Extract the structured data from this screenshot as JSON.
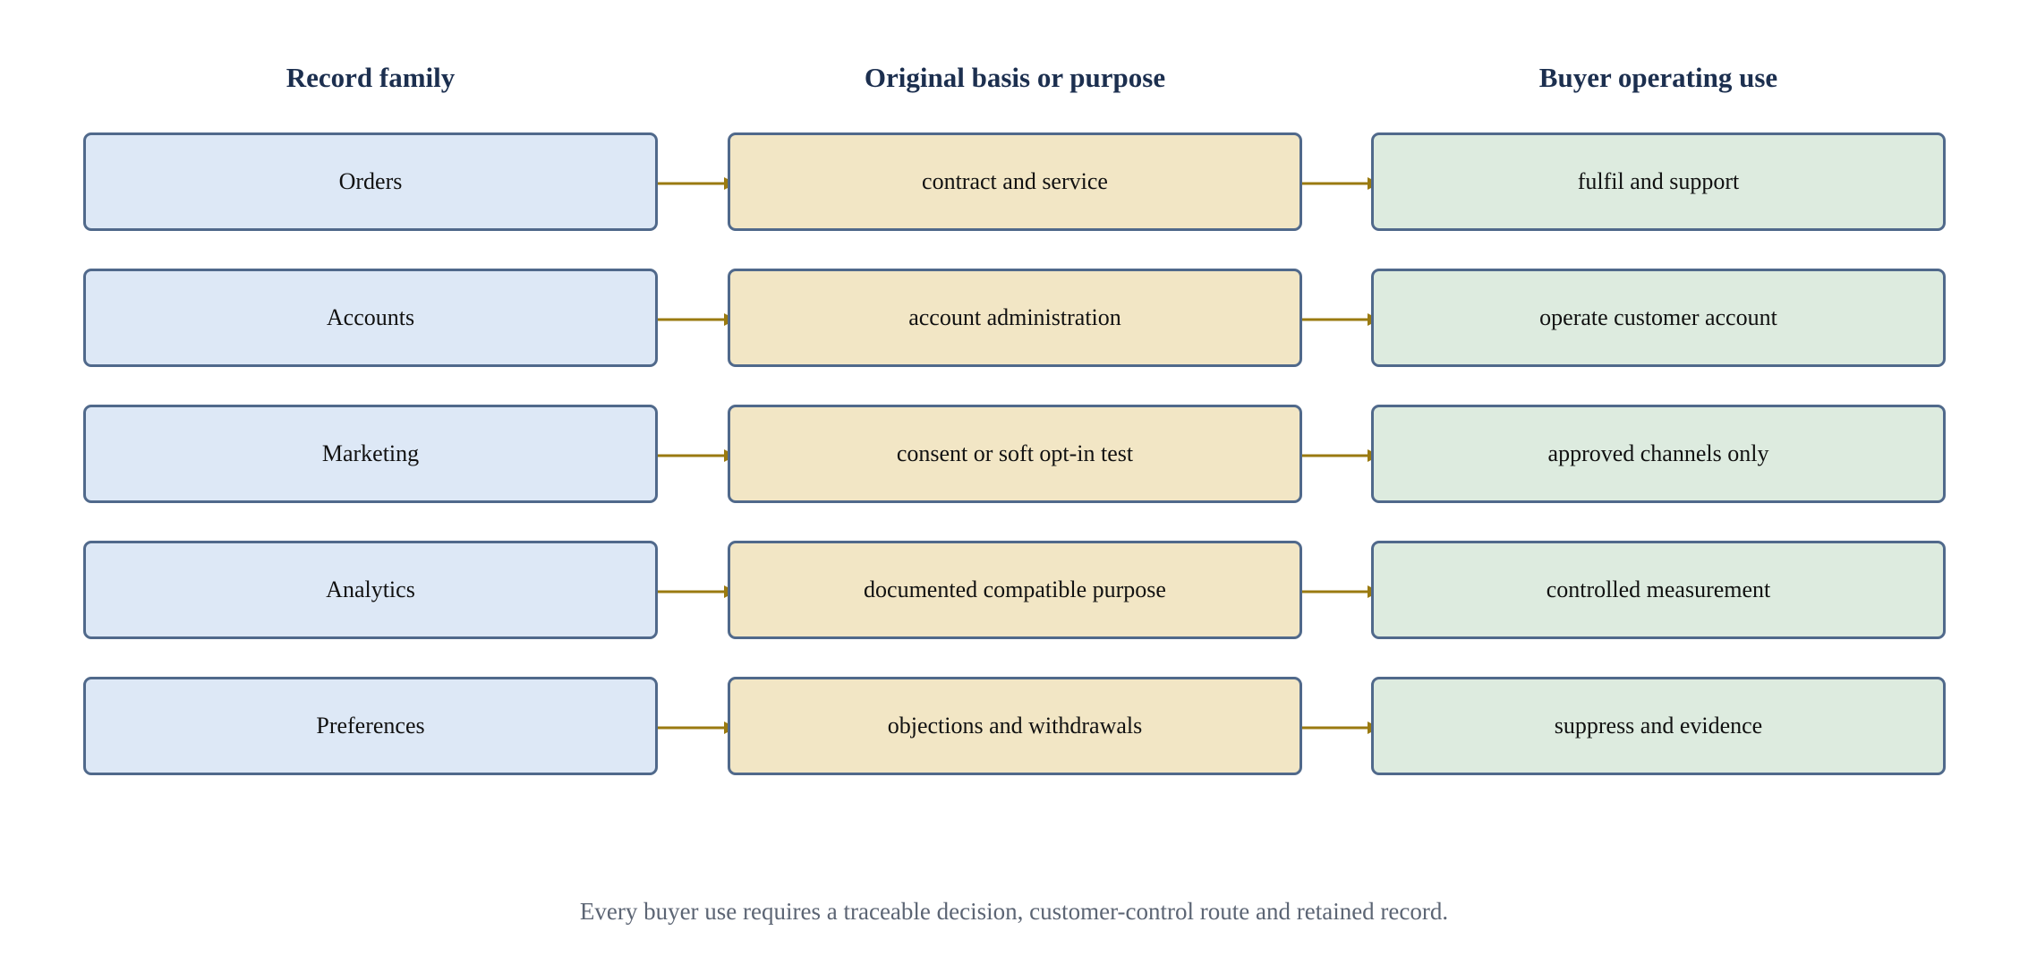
{
  "columns": [
    {
      "header": "Record family"
    },
    {
      "header": "Original basis or purpose"
    },
    {
      "header": "Buyer operating use"
    }
  ],
  "rows": [
    [
      "Orders",
      "contract and service",
      "fulfil and support"
    ],
    [
      "Accounts",
      "account administration",
      "operate customer account"
    ],
    [
      "Marketing",
      "consent or soft opt-in test",
      "approved channels only"
    ],
    [
      "Analytics",
      "documented compatible purpose",
      "controlled measurement"
    ],
    [
      "Preferences",
      "objections and withdrawals",
      "suppress and evidence"
    ]
  ],
  "footer": "Every buyer use requires a traceable decision, customer-control route and retained record.",
  "colors": {
    "record_family_fill": "#dde8f6",
    "basis_fill": "#f2e6c5",
    "buyer_use_fill": "#ddebdf",
    "box_border": "#50698b",
    "arrow": "#9a7a10",
    "header_text": "#1c2f4f"
  }
}
